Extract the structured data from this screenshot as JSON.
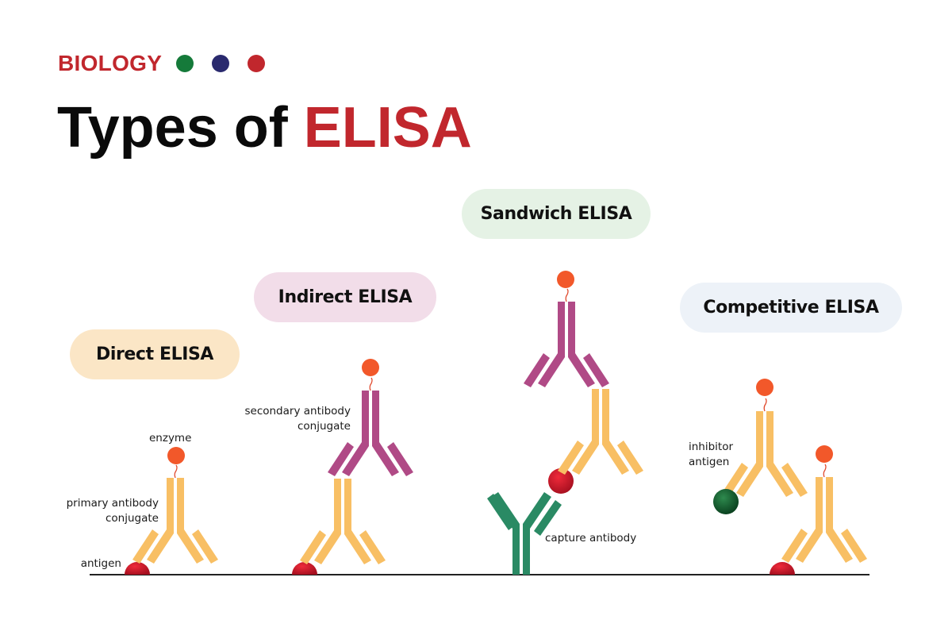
{
  "header": {
    "kicker": "BIOLOGY",
    "dots": [
      "#157a3a",
      "#2a2a6e",
      "#c1272d"
    ],
    "title_prefix": "Types of ",
    "title_accent": "ELISA"
  },
  "colors": {
    "accent_red": "#c1272d",
    "primary_antibody": "#f8bf64",
    "secondary_antibody": "#b04a86",
    "capture_antibody": "#2a8a64",
    "enzyme": "#f2582a",
    "antigen": "#d0182a",
    "inhibitor_antigen": "#0f5a2a",
    "baseline": "#222222"
  },
  "types": [
    {
      "id": "direct",
      "label": "Direct ELISA",
      "pill_color": "#fbe6c6"
    },
    {
      "id": "indirect",
      "label": "Indirect ELISA",
      "pill_color": "#f2dde9"
    },
    {
      "id": "sandwich",
      "label": "Sandwich ELISA",
      "pill_color": "#e5f2e5"
    },
    {
      "id": "competitive",
      "label": "Competitive ELISA",
      "pill_color": "#edf2f8"
    }
  ],
  "labels": {
    "enzyme": "enzyme",
    "primary_line1": "primary antibody",
    "primary_line2": "conjugate",
    "antigen": "antigen",
    "secondary_line1": "secondary antibody",
    "secondary_line2": "conjugate",
    "capture": "capture antibody",
    "inhibitor_line1": "inhibitor",
    "inhibitor_line2": "antigen"
  }
}
